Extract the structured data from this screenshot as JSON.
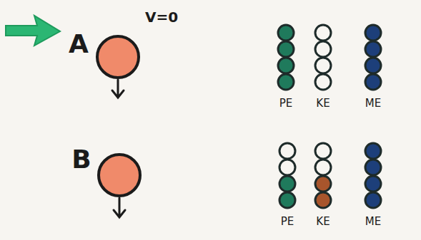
{
  "diagram": {
    "labels": [
      "A",
      "V=0",
      "PE",
      "KE",
      "ME",
      "B",
      "PE",
      "KE",
      "ME"
    ]
  }
}
